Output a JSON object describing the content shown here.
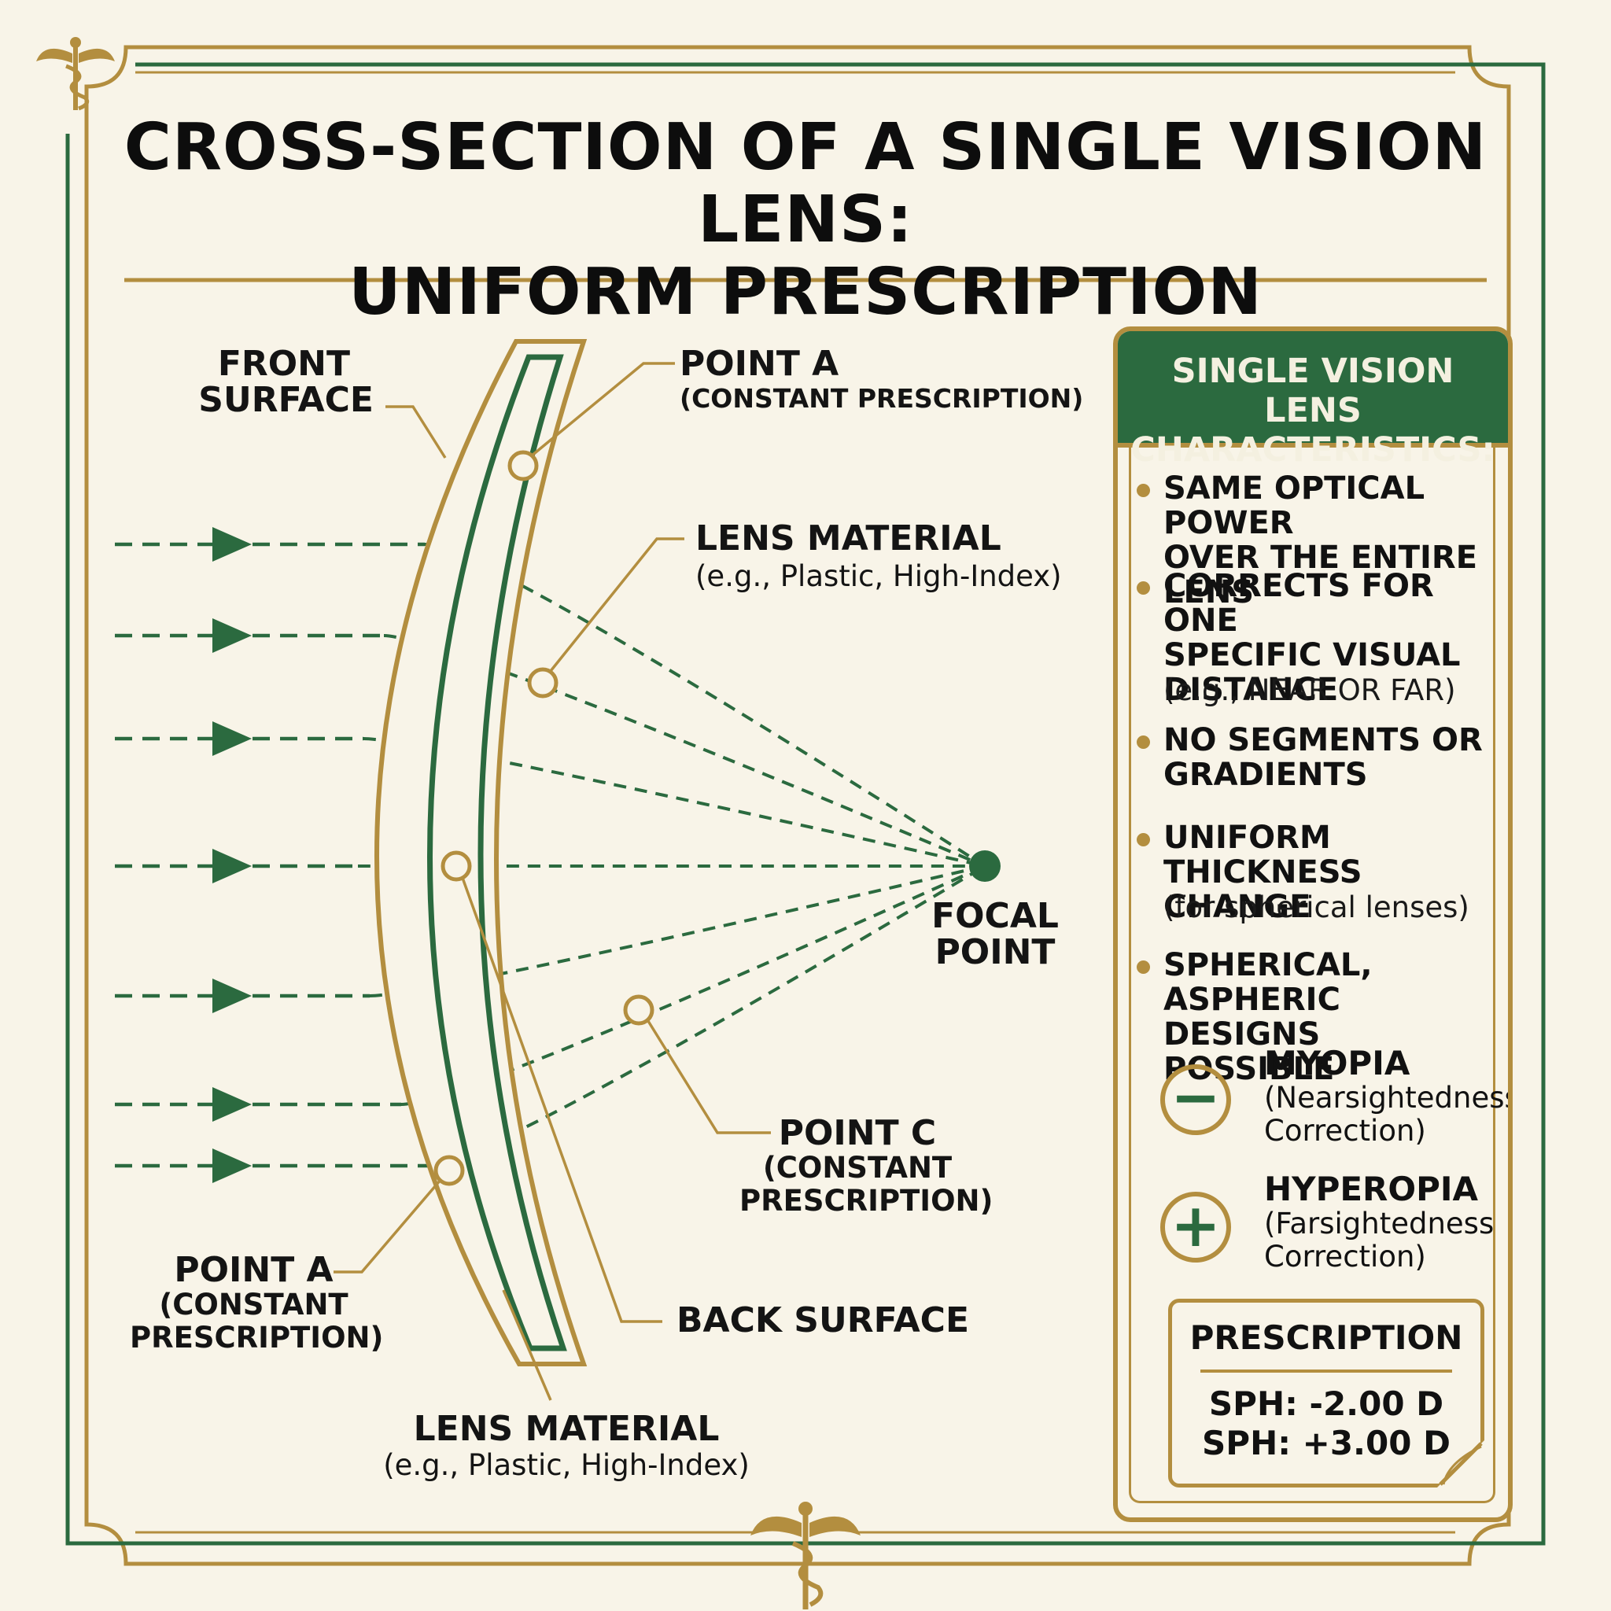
{
  "title": {
    "line1": "CROSS-SECTION OF A SINGLE VISION LENS:",
    "line2": "UNIFORM PRESCRIPTION"
  },
  "labels": {
    "front_surface": [
      "FRONT",
      "SURFACE"
    ],
    "point_a_top": {
      "name": "POINT A",
      "note": "(CONSTANT PRESCRIPTION)"
    },
    "lens_material_top": {
      "name": "LENS MATERIAL",
      "note": "(e.g., Plastic, High-Index)"
    },
    "focal_point": [
      "FOCAL",
      "POINT"
    ],
    "point_c": {
      "name": "POINT C",
      "note": [
        "(CONSTANT",
        "PRESCRIPTION)"
      ]
    },
    "back_surface": "BACK SURFACE",
    "point_a_bottom": {
      "name": "POINT A",
      "note": [
        "(CONSTANT",
        "PRESCRIPTION)"
      ]
    },
    "lens_material_bottom": {
      "name": "LENS MATERIAL",
      "note": "(e.g., Plastic, High-Index)"
    }
  },
  "panel": {
    "heading": [
      "SINGLE VISION LENS",
      "CHARACTERISTICS:"
    ],
    "items": [
      {
        "title": [
          "SAME OPTICAL POWER",
          "OVER THE ENTIRE LENS"
        ],
        "note": ""
      },
      {
        "title": [
          "CORRECTS FOR ONE",
          "SPECIFIC VISUAL",
          "DISTANCE"
        ],
        "note": "(e.g., NEAR OR FAR)"
      },
      {
        "title": [
          "NO SEGMENTS OR",
          "GRADIENTS"
        ],
        "note": ""
      },
      {
        "title": [
          "UNIFORM THICKNESS",
          "CHANGE"
        ],
        "note": "(for spherical lenses)"
      },
      {
        "title": [
          "SPHERICAL, ASPHERIC",
          "DESIGNS POSSIBLE"
        ],
        "note": ""
      }
    ],
    "conditions": [
      {
        "name": "MYOPIA",
        "note": [
          "(Nearsightedness",
          "Correction)"
        ],
        "icon": "minus-icon",
        "glyph": "−"
      },
      {
        "name": "HYPEROPIA",
        "note": [
          "(Farsightedness",
          "Correction)"
        ],
        "icon": "plus-icon",
        "glyph": "+"
      }
    ],
    "prescription": {
      "heading": "PRESCRIPTION",
      "values": [
        "SPH: -2.00 D",
        "SPH: +3.00 D"
      ]
    }
  },
  "colors": {
    "gold": "#b38e3f",
    "green": "#2b6a3f",
    "background": "#f8f4e8",
    "text": "#111111"
  }
}
